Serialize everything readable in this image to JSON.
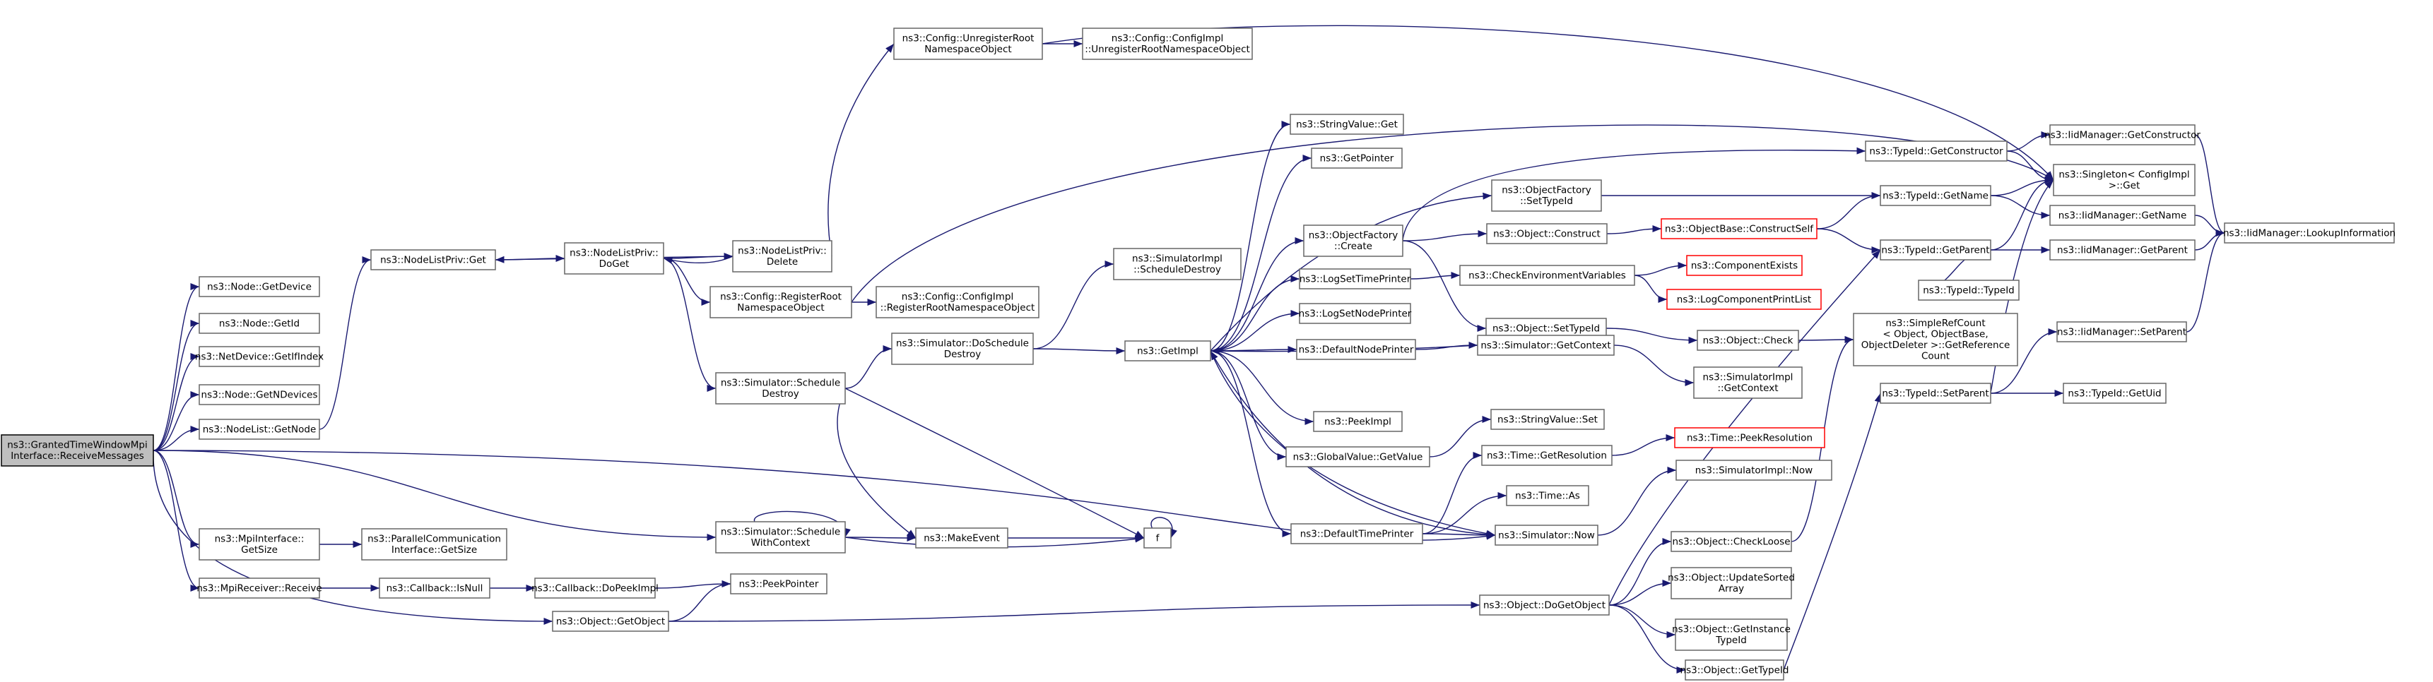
{
  "graph": {
    "nodes": [
      {
        "id": "root",
        "lines": [
          "ns3::GrantedTimeWindowMpi",
          "Interface::ReceiveMessages"
        ],
        "style": "root"
      },
      {
        "id": "n_getdevice",
        "lines": [
          "ns3::Node::GetDevice"
        ]
      },
      {
        "id": "n_getid",
        "lines": [
          "ns3::Node::GetId"
        ]
      },
      {
        "id": "nd_getifindex",
        "lines": [
          "ns3::NetDevice::GetIfIndex"
        ]
      },
      {
        "id": "n_getndevices",
        "lines": [
          "ns3::Node::GetNDevices"
        ]
      },
      {
        "id": "nl_getnode",
        "lines": [
          "ns3::NodeList::GetNode"
        ]
      },
      {
        "id": "mpi_getsize",
        "lines": [
          "ns3::MpiInterface::",
          "GetSize"
        ]
      },
      {
        "id": "pc_getsize",
        "lines": [
          "ns3::ParallelCommunication",
          "Interface::GetSize"
        ]
      },
      {
        "id": "mpirecv",
        "lines": [
          "ns3::MpiReceiver::Receive"
        ]
      },
      {
        "id": "cb_isnull",
        "lines": [
          "ns3::Callback::IsNull"
        ]
      },
      {
        "id": "cb_dopeek",
        "lines": [
          "ns3::Callback::DoPeekImpl"
        ]
      },
      {
        "id": "peekptr",
        "lines": [
          "ns3::PeekPointer"
        ]
      },
      {
        "id": "obj_getobject",
        "lines": [
          "ns3::Object::GetObject"
        ]
      },
      {
        "id": "nlp_get",
        "lines": [
          "ns3::NodeListPriv::Get"
        ]
      },
      {
        "id": "nlp_doget",
        "lines": [
          "ns3::NodeListPriv::",
          "DoGet"
        ]
      },
      {
        "id": "nlp_delete",
        "lines": [
          "ns3::NodeListPriv::",
          "Delete"
        ]
      },
      {
        "id": "cfg_unreg",
        "lines": [
          "ns3::Config::UnregisterRoot",
          "NamespaceObject"
        ]
      },
      {
        "id": "cfgimpl_unreg",
        "lines": [
          "ns3::Config::ConfigImpl",
          "::UnregisterRootNamespaceObject"
        ]
      },
      {
        "id": "cfg_reg",
        "lines": [
          "ns3::Config::RegisterRoot",
          "NamespaceObject"
        ]
      },
      {
        "id": "cfgimpl_reg",
        "lines": [
          "ns3::Config::ConfigImpl",
          "::RegisterRootNamespaceObject"
        ]
      },
      {
        "id": "sim_schedestroy",
        "lines": [
          "ns3::Simulator::Schedule",
          "Destroy"
        ]
      },
      {
        "id": "sim_doschedestroy",
        "lines": [
          "ns3::Simulator::DoSchedule",
          "Destroy"
        ]
      },
      {
        "id": "simimpl_schedestroy",
        "lines": [
          "ns3::SimulatorImpl",
          "::ScheduleDestroy"
        ]
      },
      {
        "id": "sim_schedctx",
        "lines": [
          "ns3::Simulator::Schedule",
          "WithContext"
        ]
      },
      {
        "id": "makeevent",
        "lines": [
          "ns3::MakeEvent"
        ]
      },
      {
        "id": "f",
        "lines": [
          "f"
        ]
      },
      {
        "id": "getimpl",
        "lines": [
          "ns3::GetImpl"
        ]
      },
      {
        "id": "sv_get",
        "lines": [
          "ns3::StringValue::Get"
        ]
      },
      {
        "id": "getpointer",
        "lines": [
          "ns3::GetPointer"
        ]
      },
      {
        "id": "of_create",
        "lines": [
          "ns3::ObjectFactory",
          "::Create"
        ]
      },
      {
        "id": "logsettime",
        "lines": [
          "ns3::LogSetTimePrinter"
        ]
      },
      {
        "id": "logsetnode",
        "lines": [
          "ns3::LogSetNodePrinter"
        ]
      },
      {
        "id": "defnodeprinter",
        "lines": [
          "ns3::DefaultNodePrinter"
        ]
      },
      {
        "id": "peekimpl",
        "lines": [
          "ns3::PeekImpl"
        ]
      },
      {
        "id": "gv_getvalue",
        "lines": [
          "ns3::GlobalValue::GetValue"
        ]
      },
      {
        "id": "deftimeprinter",
        "lines": [
          "ns3::DefaultTimePrinter"
        ]
      },
      {
        "id": "of_settypeid",
        "lines": [
          "ns3::ObjectFactory",
          "::SetTypeId"
        ]
      },
      {
        "id": "obj_construct",
        "lines": [
          "ns3::Object::Construct"
        ]
      },
      {
        "id": "checkenv",
        "lines": [
          "ns3::CheckEnvironmentVariables"
        ]
      },
      {
        "id": "obj_settypeid",
        "lines": [
          "ns3::Object::SetTypeId"
        ]
      },
      {
        "id": "sim_getcontext",
        "lines": [
          "ns3::Simulator::GetContext"
        ]
      },
      {
        "id": "sv_set",
        "lines": [
          "ns3::StringValue::Set"
        ]
      },
      {
        "id": "time_getres",
        "lines": [
          "ns3::Time::GetResolution"
        ]
      },
      {
        "id": "time_as",
        "lines": [
          "ns3::Time::As"
        ]
      },
      {
        "id": "sim_now",
        "lines": [
          "ns3::Simulator::Now"
        ]
      },
      {
        "id": "simimpl_now",
        "lines": [
          "ns3::SimulatorImpl::Now"
        ]
      },
      {
        "id": "ob_constructself",
        "lines": [
          "ns3::ObjectBase::ConstructSelf"
        ],
        "style": "red"
      },
      {
        "id": "compexists",
        "lines": [
          "ns3::ComponentExists"
        ],
        "style": "red"
      },
      {
        "id": "logcomplist",
        "lines": [
          "ns3::LogComponentPrintList"
        ],
        "style": "red"
      },
      {
        "id": "obj_check",
        "lines": [
          "ns3::Object::Check"
        ]
      },
      {
        "id": "simimpl_getctx",
        "lines": [
          "ns3::SimulatorImpl",
          "::GetContext"
        ]
      },
      {
        "id": "time_peekres",
        "lines": [
          "ns3::Time::PeekResolution"
        ],
        "style": "red"
      },
      {
        "id": "obj_dogetobject",
        "lines": [
          "ns3::Object::DoGetObject"
        ]
      },
      {
        "id": "obj_checkloose",
        "lines": [
          "ns3::Object::CheckLoose"
        ]
      },
      {
        "id": "obj_updatesorted",
        "lines": [
          "ns3::Object::UpdateSorted",
          "Array"
        ]
      },
      {
        "id": "obj_getinstance",
        "lines": [
          "ns3::Object::GetInstance",
          "TypeId"
        ]
      },
      {
        "id": "obj_gettypeid",
        "lines": [
          "ns3::Object::GetTypeId"
        ]
      },
      {
        "id": "tid_getconstructor",
        "lines": [
          "ns3::TypeId::GetConstructor"
        ]
      },
      {
        "id": "tid_getname",
        "lines": [
          "ns3::TypeId::GetName"
        ]
      },
      {
        "id": "tid_getparent",
        "lines": [
          "ns3::TypeId::GetParent"
        ]
      },
      {
        "id": "tid_typeid",
        "lines": [
          "ns3::TypeId::TypeId"
        ]
      },
      {
        "id": "simplerefcount",
        "lines": [
          "ns3::SimpleRefCount",
          "< Object, ObjectBase,",
          "ObjectDeleter >::GetReference",
          "Count"
        ]
      },
      {
        "id": "tid_setparent",
        "lines": [
          "ns3::TypeId::SetParent"
        ]
      },
      {
        "id": "iid_getconstructor",
        "lines": [
          "ns3::IidManager::GetConstructor"
        ]
      },
      {
        "id": "singleton_get",
        "lines": [
          "ns3::Singleton< ConfigImpl",
          " >::Get"
        ]
      },
      {
        "id": "iid_getname",
        "lines": [
          "ns3::IidManager::GetName"
        ]
      },
      {
        "id": "iid_getparent",
        "lines": [
          "ns3::IidManager::GetParent"
        ]
      },
      {
        "id": "iid_setparent",
        "lines": [
          "ns3::IidManager::SetParent"
        ]
      },
      {
        "id": "tid_getuid",
        "lines": [
          "ns3::TypeId::GetUid"
        ]
      },
      {
        "id": "iid_lookup",
        "lines": [
          "ns3::IidManager::LookupInformation"
        ]
      }
    ]
  }
}
